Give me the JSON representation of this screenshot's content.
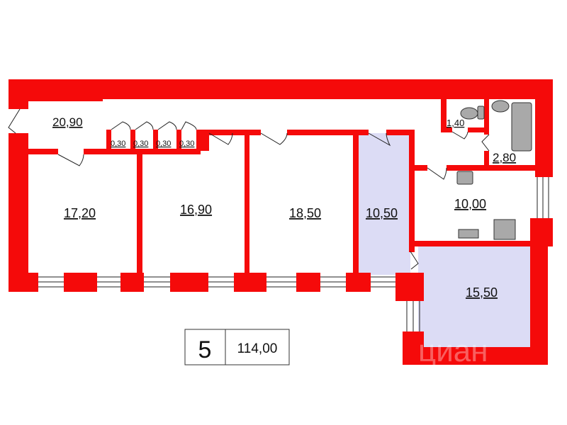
{
  "rooms": [
    {
      "area": "20,90"
    },
    {
      "area": "0,30"
    },
    {
      "area": "0,30"
    },
    {
      "area": "0,30"
    },
    {
      "area": "0,30"
    },
    {
      "area": "17,20"
    },
    {
      "area": "16,90"
    },
    {
      "area": "18,50"
    },
    {
      "area": "10,50"
    },
    {
      "area": "1,40"
    },
    {
      "area": "2,80"
    },
    {
      "area": "10,00"
    },
    {
      "area": "15,50"
    }
  ],
  "summary": {
    "rooms_count": "5",
    "total_area": "114,00"
  },
  "watermark": "циан",
  "colors": {
    "wall": "#f50a0a",
    "highlight_room": "#dcdcf5",
    "background": "#ffffff"
  }
}
